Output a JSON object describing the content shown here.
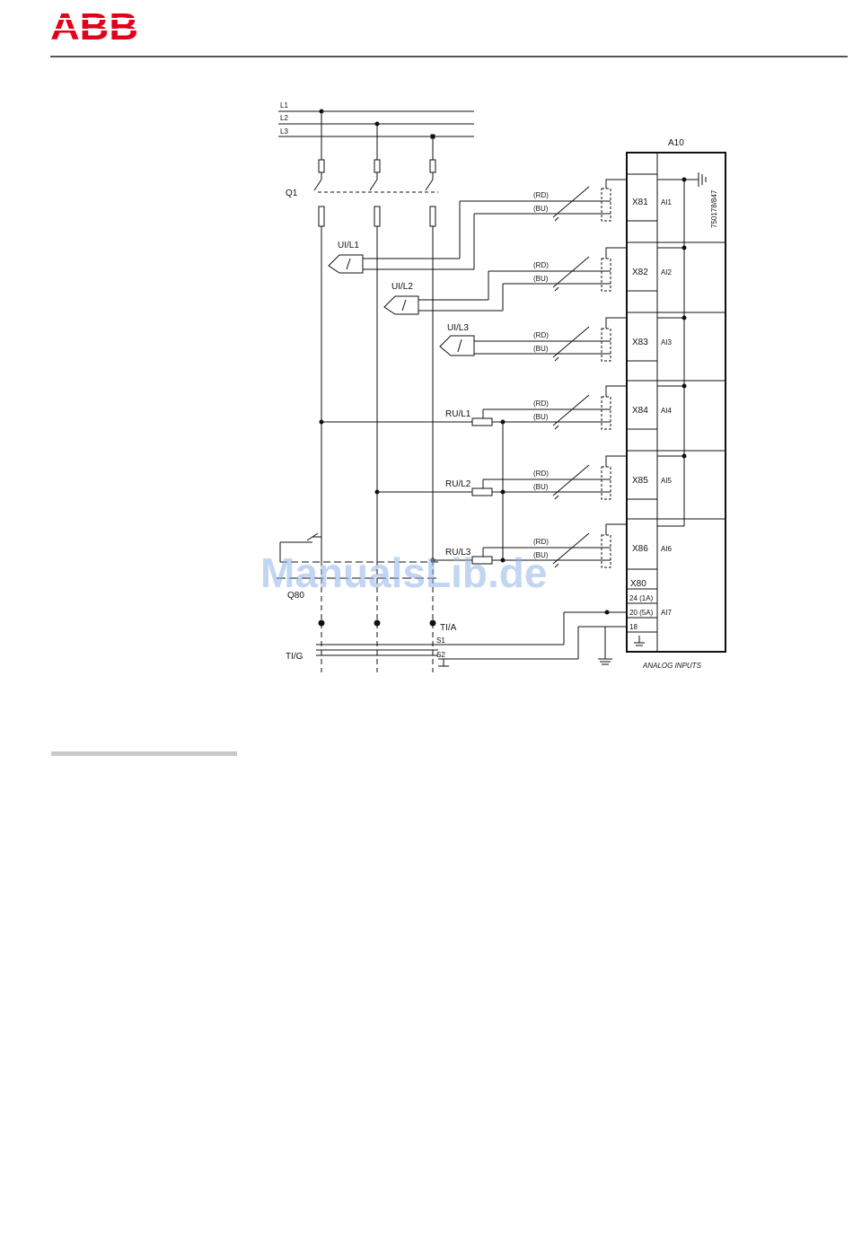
{
  "header": {
    "logo_text": "ABB",
    "brand_color": "#e2001a"
  },
  "diagram": {
    "lines": [
      "L1",
      "L2",
      "L3"
    ],
    "breaker": "Q1",
    "module": "A10",
    "module_code": "750178/847",
    "transducers": [
      "UI/L1",
      "UI/L2",
      "UI/L3"
    ],
    "resistors": [
      "RU/L1",
      "RU/L2",
      "RU/L3"
    ],
    "wire_red": "(RD)",
    "wire_blue": "(BU)",
    "terminals": [
      "X81",
      "X82",
      "X83",
      "X84",
      "X85",
      "X86"
    ],
    "inputs": [
      "AI1",
      "AI2",
      "AI3",
      "AI4",
      "AI5",
      "AI6"
    ],
    "x80_block": {
      "name": "X80",
      "pins": [
        "24 (1A)",
        "20 (5A)",
        "18"
      ],
      "input": "AI7"
    },
    "switch": "Q80",
    "ct_primary": "TI/A",
    "ct_secondary": "TI/G",
    "ct_terms": [
      "S1",
      "S2"
    ],
    "footer_text": "ANALOG INPUTS",
    "watermark": "ManualsLib.de"
  }
}
